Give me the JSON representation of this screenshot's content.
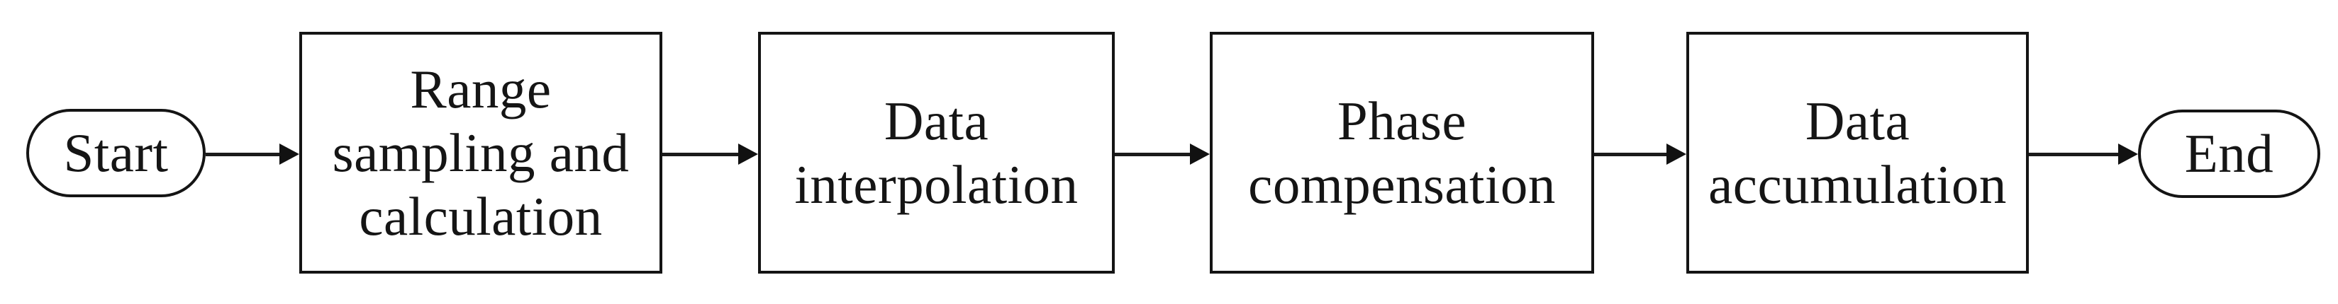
{
  "figure": {
    "type": "flowchart",
    "orientation": "left-to-right",
    "background_color": "#ffffff",
    "stroke_color": "#141414",
    "text_color": "#151515",
    "node_fill_color": "#ffffff",
    "nodes": [
      {
        "id": "start",
        "shape": "terminator",
        "label": "Start"
      },
      {
        "id": "range-sampling-calculation",
        "shape": "process",
        "label": "Range\nsampling and\ncalculation"
      },
      {
        "id": "data-interpolation",
        "shape": "process",
        "label": "Data\ninterpolation"
      },
      {
        "id": "phase-compensation",
        "shape": "process",
        "label": "Phase\ncompensation"
      },
      {
        "id": "data-accumulation",
        "shape": "process",
        "label": "Data\naccumulation"
      },
      {
        "id": "end",
        "shape": "terminator",
        "label": "End"
      }
    ],
    "edges": [
      {
        "from": "start",
        "to": "range-sampling-calculation",
        "direction": "right"
      },
      {
        "from": "range-sampling-calculation",
        "to": "data-interpolation",
        "direction": "right"
      },
      {
        "from": "data-interpolation",
        "to": "phase-compensation",
        "direction": "right"
      },
      {
        "from": "phase-compensation",
        "to": "data-accumulation",
        "direction": "right"
      },
      {
        "from": "data-accumulation",
        "to": "end",
        "direction": "right"
      }
    ]
  }
}
